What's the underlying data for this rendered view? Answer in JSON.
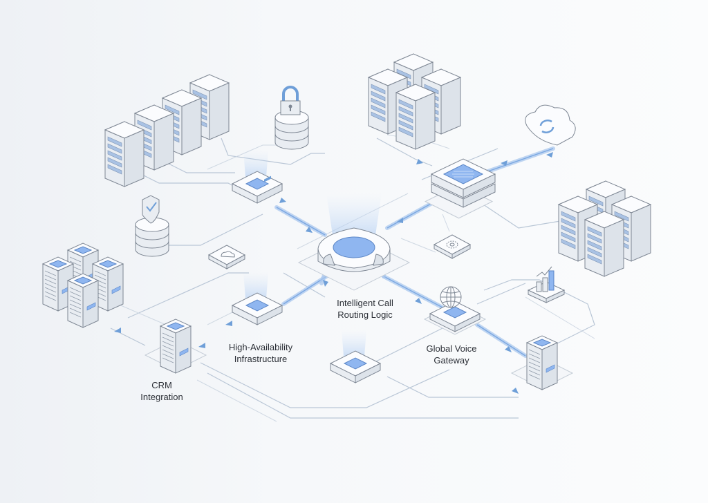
{
  "diagram": {
    "title": "Intelligent call routing network",
    "nodes": {
      "core": {
        "label_line1": "Intelligent Call",
        "label_line2": "Routing Logic",
        "icon": "routing-hub-icon"
      },
      "ha": {
        "label_line1": "High-Availability",
        "label_line2": "Infrastructure",
        "icon": "switch-node-icon"
      },
      "gateway": {
        "label_line1": "Global Voice",
        "label_line2": "Gateway",
        "icon": "globe-icon"
      },
      "crm": {
        "label_line1": "CRM",
        "label_line2": "Integration",
        "icon": "server-tower-icon"
      }
    },
    "decorations": [
      "server-rack-cluster-icon",
      "lock-database-icon",
      "shield-database-icon",
      "cloud-sync-icon",
      "gear-chip-icon",
      "cloud-chip-icon",
      "analytics-chart-icon",
      "storage-array-icon",
      "server-tower-icon"
    ],
    "colors": {
      "accent": "#7aa7e2",
      "accent_fill": "#8fb6f0",
      "line": "#b9c6d6",
      "text": "#2b2f36",
      "background": "#f6f8fa"
    }
  }
}
